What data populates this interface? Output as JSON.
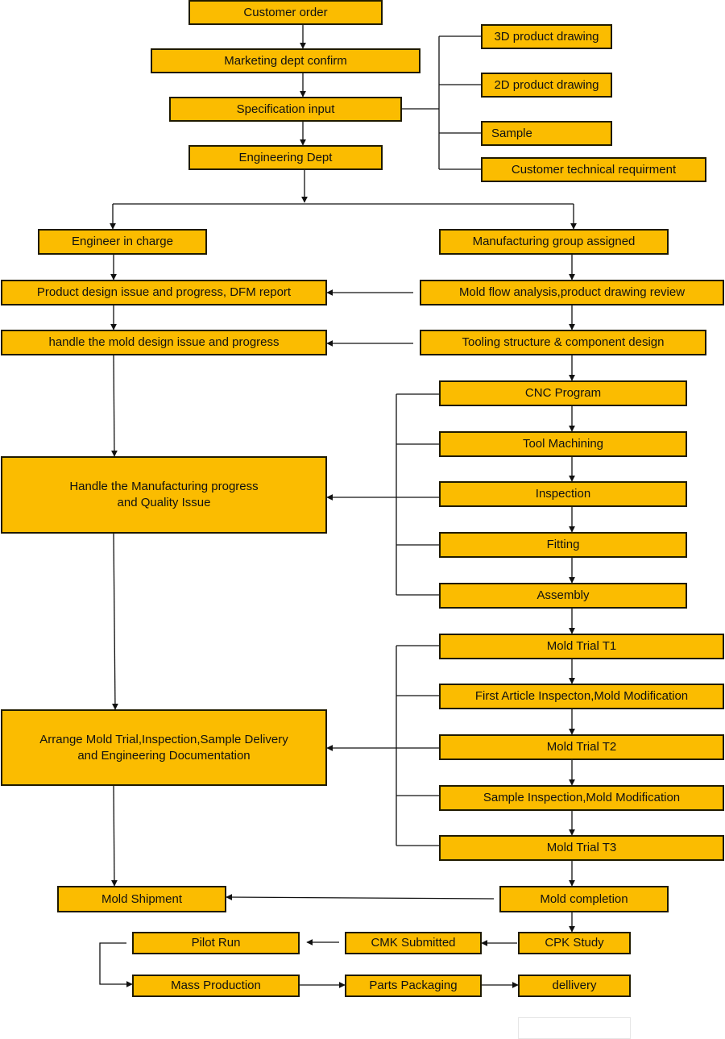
{
  "colors": {
    "box_fill": "#fbbc00",
    "box_border": "#1f1a00",
    "line": "#111111"
  },
  "nodes": {
    "customer_order": "Customer order",
    "marketing_confirm": "Marketing dept confirm",
    "spec_input": "Specification input",
    "engineering_dept": "Engineering Dept",
    "drawing_3d": "3D product drawing",
    "drawing_2d": "2D product drawing",
    "sample": "Sample",
    "customer_tech_req": "Customer technical requirment",
    "engineer_in_charge": "Engineer in charge",
    "mfg_group_assigned": "Manufacturing group assigned",
    "product_design_issue": "Product design issue and progress, DFM report",
    "mold_flow_analysis": "Mold flow analysis,product drawing review",
    "mold_design_issue": "handle the mold design issue and progress",
    "tooling_structure": "Tooling structure & component design",
    "cnc_program": "CNC Program",
    "tool_machining": "Tool Machining",
    "inspection": "Inspection",
    "fitting": "Fitting",
    "assembly": "Assembly",
    "handle_mfg_line1": "Handle the Manufacturing progress",
    "handle_mfg_line2": "and Quality Issue",
    "mold_trial_t1": "Mold Trial T1",
    "first_article": "First Article Inspecton,Mold Modification",
    "mold_trial_t2": "Mold Trial T2",
    "sample_inspection": "Sample Inspection,Mold Modification",
    "mold_trial_t3": "Mold Trial T3",
    "arrange_trial_line1": "Arrange Mold Trial,Inspection,Sample Delivery",
    "arrange_trial_line2": "and Engineering Documentation",
    "mold_shipment": "Mold Shipment",
    "mold_completion": "Mold completion",
    "pilot_run": "Pilot Run",
    "cmk_submitted": "CMK Submitted",
    "cpk_study": "CPK Study",
    "mass_production": "Mass Production",
    "parts_packaging": "Parts Packaging",
    "delivery": "dellivery"
  }
}
